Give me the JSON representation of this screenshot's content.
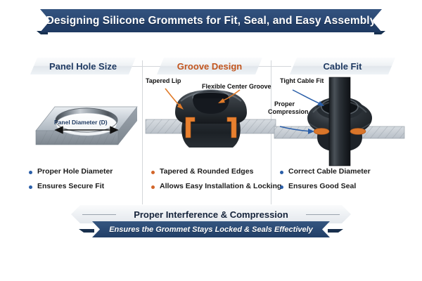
{
  "title": {
    "text": "Designing Silicone Grommets for Fit, Seal, and Easy Assembly"
  },
  "colors": {
    "banner_blue": "#2c4a75",
    "header_text_blue": "#1f3a62",
    "header_text_orange": "#c2561f",
    "bullet_blue": "#2a5ea8",
    "bullet_orange": "#d2652a",
    "leader_orange": "#e07b2a",
    "leader_blue": "#2a5ea8",
    "grommet_dark": "#2e3338",
    "panel_metal": "#b9c0c7",
    "background": "#ffffff"
  },
  "columns": [
    {
      "header": "Panel Hole Size",
      "header_style": "blue",
      "artwork": "panel-with-hole",
      "annotations": [
        {
          "label": "Panel Diameter (D)",
          "style": "blue"
        }
      ],
      "bullets": [
        "Proper Hole Diameter",
        "Ensures Secure Fit"
      ]
    },
    {
      "header": "Groove Design",
      "header_style": "orange",
      "artwork": "grommet-cross-section",
      "annotations": [
        {
          "label": "Tapered Lip",
          "style": "orange"
        },
        {
          "label": "Flexible Center Groove",
          "style": "orange"
        }
      ],
      "bullets": [
        "Tapered & Rounded Edges",
        "Allows Easy Installation & Locking"
      ]
    },
    {
      "header": "Cable Fit",
      "header_style": "blue",
      "artwork": "grommet-with-cable",
      "annotations": [
        {
          "label": "Tight Cable Fit",
          "style": "blue"
        },
        {
          "label": "Proper",
          "style": "blue"
        },
        {
          "label": "Compression",
          "style": "blue"
        }
      ],
      "bullets": [
        "Correct Cable Diameter",
        "Ensures Good Seal"
      ]
    }
  ],
  "footer": {
    "headline": "Proper Interference & Compression",
    "subline": "Ensures the Grommet Stays Locked & Seals Effectively"
  }
}
